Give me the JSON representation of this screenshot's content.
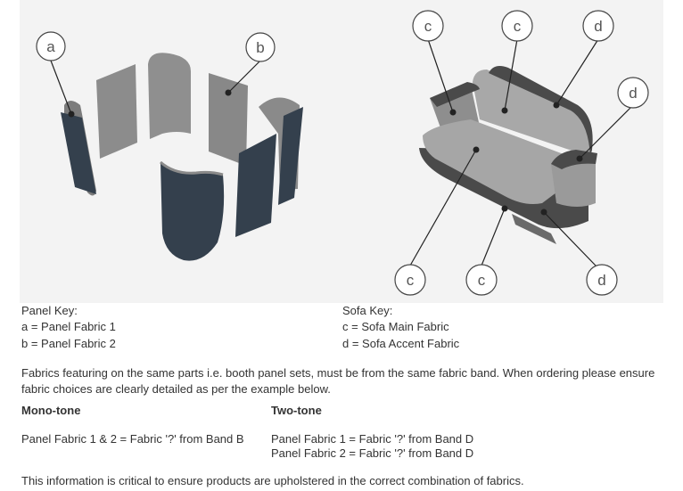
{
  "panel_key": {
    "heading": "Panel Key:",
    "items": [
      "a = Panel Fabric 1",
      "b = Panel Fabric 2"
    ]
  },
  "sofa_key": {
    "heading": "Sofa Key:",
    "items": [
      "c = Sofa Main Fabric",
      "d = Sofa Accent Fabric"
    ]
  },
  "callouts": {
    "a": "a",
    "b": "b",
    "c": "c",
    "d": "d"
  },
  "intro_text": "Fabrics featuring on the same parts i.e. booth panel sets, must be from the same fabric band. When ordering please ensure fabric choices are clearly detailed as per the example below.",
  "mono_tone": {
    "heading": "Mono-tone",
    "lines": [
      "Panel Fabric 1 & 2 = Fabric '?' from Band B"
    ]
  },
  "two_tone": {
    "heading": "Two-tone",
    "lines": [
      "Panel Fabric 1 = Fabric '?' from Band D",
      "Panel Fabric 2 = Fabric '?' from Band D"
    ]
  },
  "footer_text": "This information is critical to ensure products are upholstered in the correct combination of fabrics.",
  "colors": {
    "panel_navy": "#34404d",
    "panel_grey": "#8a8a8a",
    "sofa_main": "#a2a2a2",
    "sofa_accent": "#4a4a4a",
    "illustration_bg": "#f3f3f3"
  }
}
